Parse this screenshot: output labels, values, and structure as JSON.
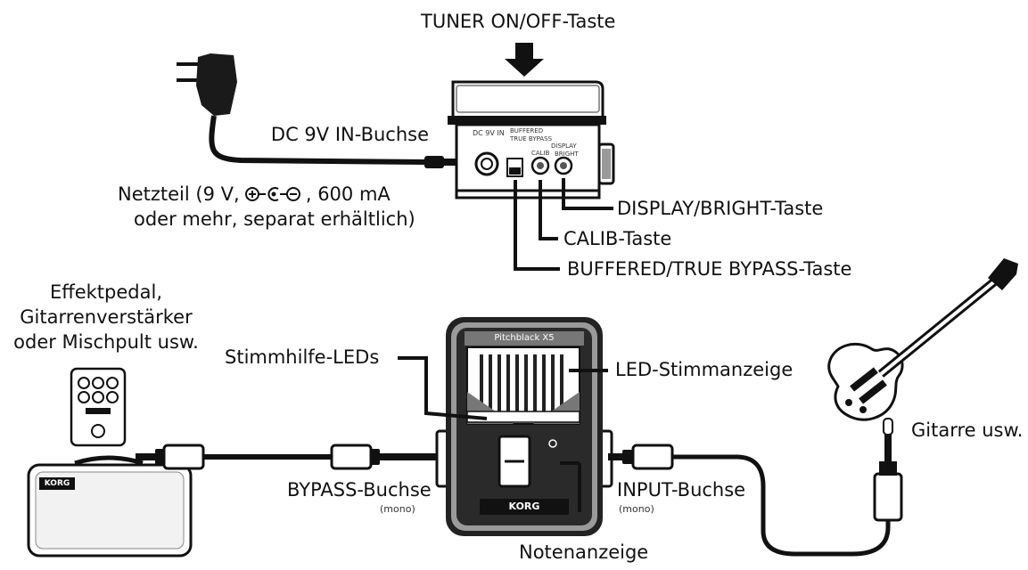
{
  "top": {
    "tuner_button": "TUNER ON/OFF-Taste",
    "dc_jack": "DC 9V IN-Buchse",
    "adapter_line1": "Netzteil (9 V,",
    "adapter_line1_end": ", 600 mA",
    "adapter_line2": "oder mehr, separat erhältlich)",
    "display_button": "DISPLAY/BRIGHT-Taste",
    "calib_button": "CALIB-Taste",
    "bypass_button": "BUFFERED/TRUE BYPASS-Taste",
    "panel_dcin": "DC 9V IN",
    "panel_buffered": "BUFFERED",
    "panel_truebypass": "TRUE BYPASS",
    "panel_calib": "CALIB",
    "panel_display": "DISPLAY",
    "panel_bright": "BRIGHT"
  },
  "bottom": {
    "dest_line1": "Effektpedal,",
    "dest_line2": "Gitarrenverstärker",
    "dest_line3": "oder Mischpult usw.",
    "guide_leds": "Stimmhilfe-LEDs",
    "meter": "LED-Stimmanzeige",
    "guitar": "Gitarre usw.",
    "bypass_jack": "BYPASS-Buchse",
    "bypass_mono": "(mono)",
    "input_jack": "INPUT-Buchse",
    "input_mono": "(mono)",
    "note_display": "Notenanzeige",
    "pedal_name": "Pitchblack X5",
    "amp_brand": "KORG",
    "pedal_brand": "KORG"
  }
}
